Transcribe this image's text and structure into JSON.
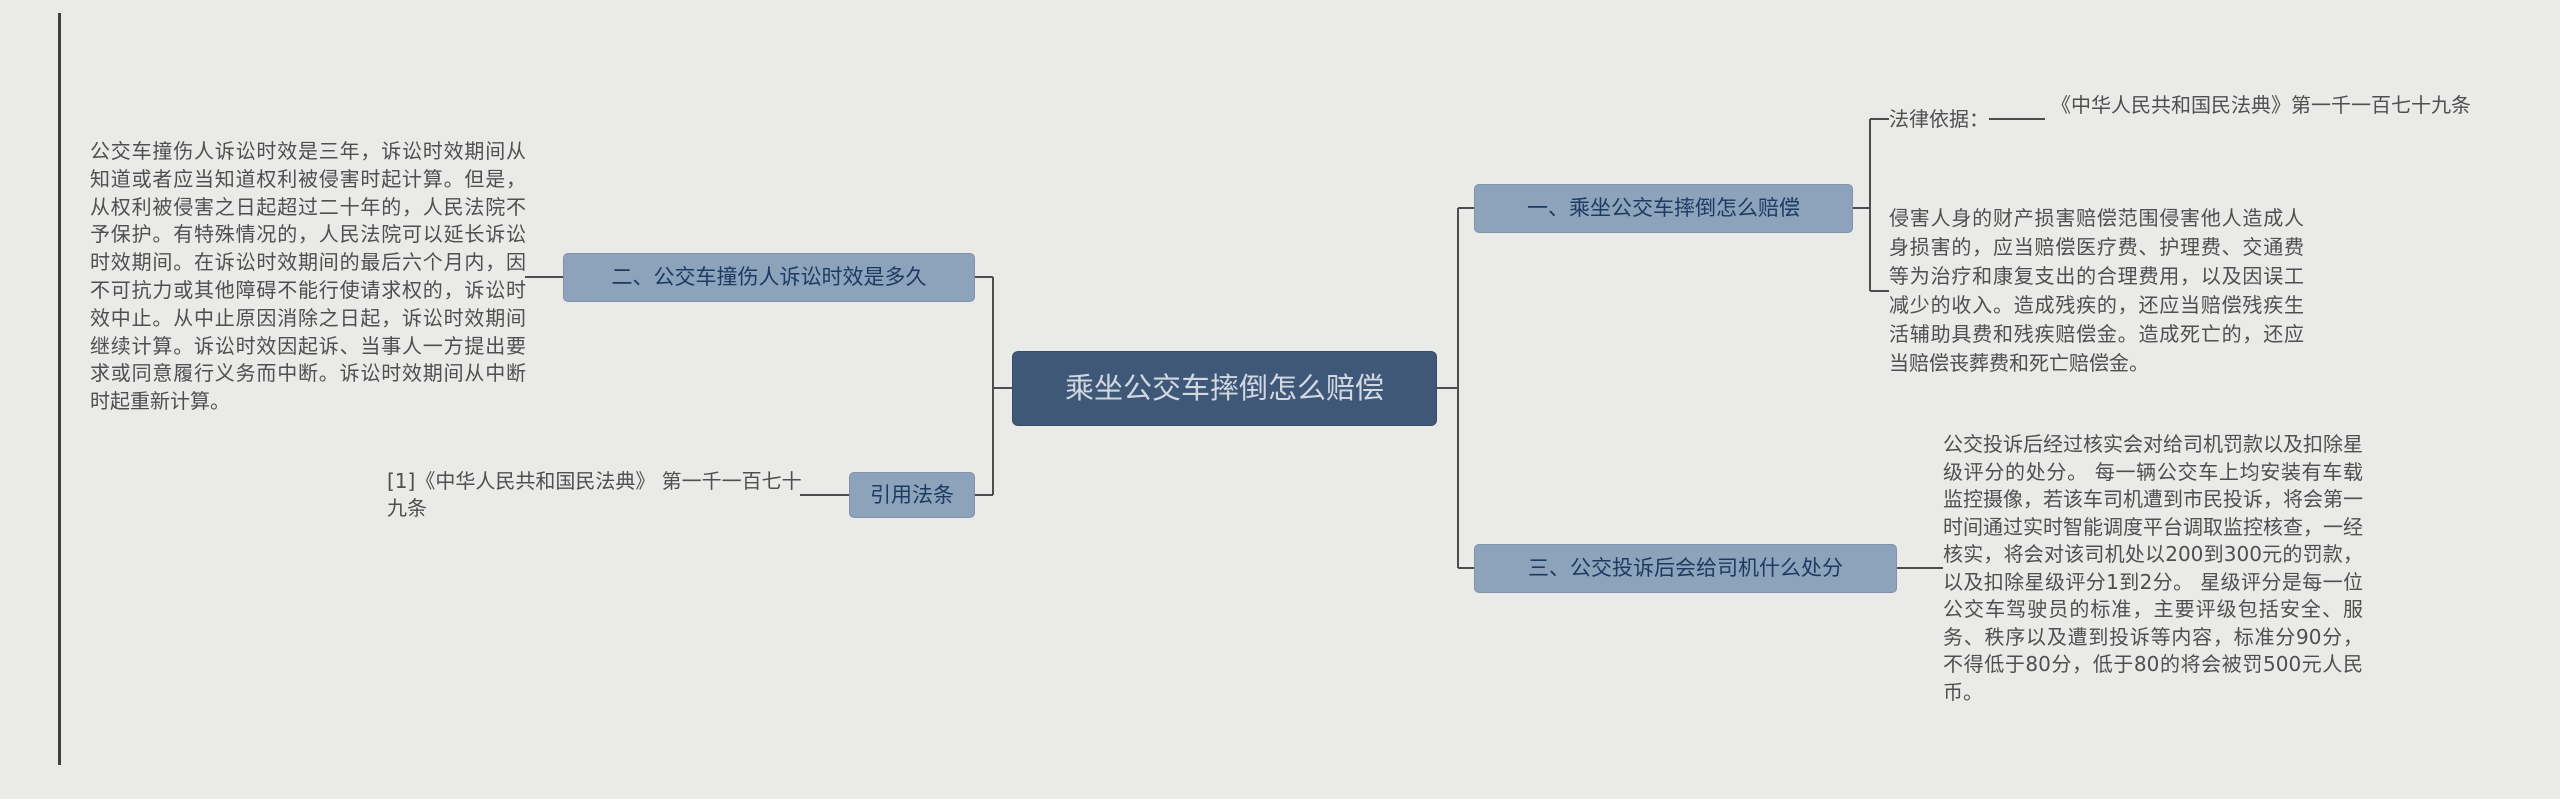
{
  "app": {
    "background_color": "#eaeae8",
    "connector_color": "#4d4d4d"
  },
  "central_node": {
    "label": "乘坐公交车摔倒怎么赔偿",
    "bg_color": "#3f5878",
    "text_color": "#d2d8e1"
  },
  "node_style": {
    "bg_color": "#8da3bb",
    "text_color": "#1d3a61"
  },
  "left_branch": {
    "node_label": "二、公交车撞伤人诉讼时效是多久",
    "paragraph": "公交车撞伤人诉讼时效是三年，诉讼时效期间从知道或者应当知道权利被侵害时起计算。但是，从权利被侵害之日起超过二十年的，人民法院不予保护。有特殊情况的，人民法院可以延长诉讼时效期间。在诉讼时效期间的最后六个月内，因不可抗力或其他障碍不能行使请求权的，诉讼时效中止。从中止原因消除之日起，诉讼时效期间继续计算。诉讼时效因起诉、当事人一方提出要求或同意履行义务而中断。诉讼时效期间从中断时起重新计算。"
  },
  "citation_branch": {
    "node_label": "引用法条",
    "reference": "[1]《中华人民共和国民法典》 第一千一百七十九条"
  },
  "right_top_branch": {
    "node_label": "一、乘坐公交车摔倒怎么赔偿",
    "legal_basis_label": "法律依据：",
    "legal_basis_text": "《中华人民共和国民法典》第一千一百七十九条",
    "paragraph": "侵害人身的财产损害赔偿范围侵害他人造成人身损害的，应当赔偿医疗费、护理费、交通费等为治疗和康复支出的合理费用，以及因误工减少的收入。造成残疾的，还应当赔偿残疾生活辅助具费和残疾赔偿金。造成死亡的，还应当赔偿丧葬费和死亡赔偿金。"
  },
  "right_bottom_branch": {
    "node_label": "三、公交投诉后会给司机什么处分",
    "paragraph": "公交投诉后经过核实会对给司机罚款以及扣除星级评分的处分。 每一辆公交车上均安装有车载监控摄像，若该车司机遭到市民投诉，将会第一时间通过实时智能调度平台调取监控核查，一经核实，将会对该司机处以200到300元的罚款，以及扣除星级评分1到2分。 星级评分是每一位公交车驾驶员的标准，主要评级包括安全、服务、秩序以及遭到投诉等内容，标准分90分，不得低于80分，低于80的将会被罚500元人民币。"
  }
}
